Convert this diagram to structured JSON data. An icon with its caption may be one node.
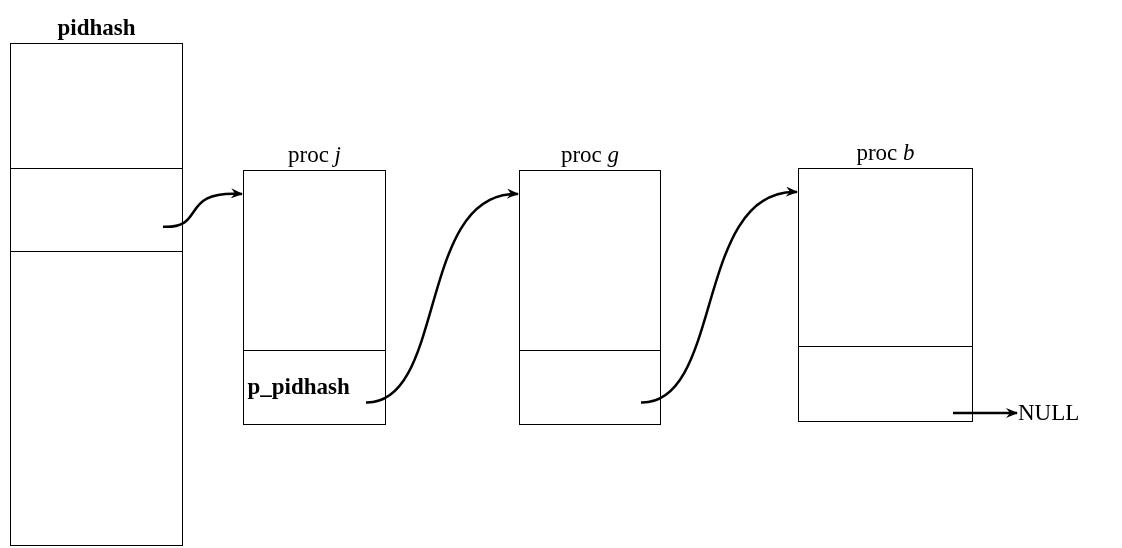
{
  "diagram": {
    "nodes": [
      {
        "text": [
          "pidhash"
        ]
      },
      {
        "text": [],
        "shape": "box",
        "in": 0
      },
      {
        "text": [
          "proc *j*"
        ]
      },
      {
        "text": [
          "p_pidhash"
        ],
        "in": 2
      },
      {
        "text": [
          "proc *g*"
        ]
      },
      {
        "text": [],
        "shape": "box",
        "in": 4
      },
      {
        "text": [
          "proc *b*"
        ]
      },
      {
        "text": [],
        "shape": "box",
        "in": 6
      },
      {
        "text": [
          "NULL"
        ]
      }
    ],
    "edges": [
      {
        "from": 1,
        "to": 2,
        "arrow": "to"
      },
      {
        "from": 3,
        "to": 4,
        "arrow": "to"
      },
      {
        "from": 5,
        "to": 6,
        "arrow": "to"
      },
      {
        "from": 7,
        "to": 8,
        "arrow": "to"
      }
    ]
  }
}
